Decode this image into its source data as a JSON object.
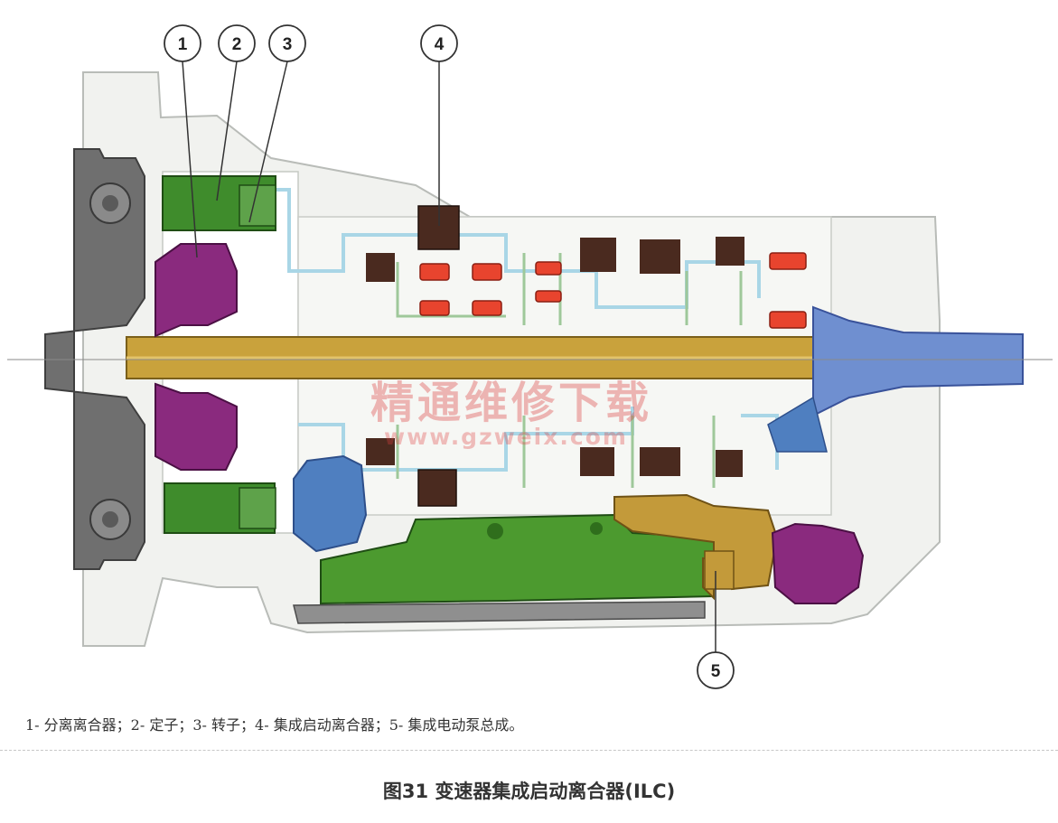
{
  "callouts": [
    {
      "label": "1"
    },
    {
      "label": "2"
    },
    {
      "label": "3"
    },
    {
      "label": "4"
    },
    {
      "label": "5"
    }
  ],
  "legend": "1- 分离离合器；2- 定子；3- 转子；4- 集成启动离合器；5- 集成电动泵总成。",
  "caption": "图31 变速器集成启动离合器(ILC)",
  "watermark": {
    "text": "精通维修下载",
    "url": "www.gzweix.com"
  },
  "colors": {
    "disconnect_clutch": "#8a2a7e",
    "stator": "#3f8c2c",
    "rotor": "#5ea24a",
    "starting_clutch": "#4a2a1f",
    "electric_pump": "#c39a3a",
    "shaft": "#c9a23c",
    "housing": "#f1f2ef",
    "flange": "#6f6f6f",
    "piston_red": "#e8442e",
    "blue_parts": "#4f7fc0",
    "valve_body": "#4c9a2f"
  }
}
